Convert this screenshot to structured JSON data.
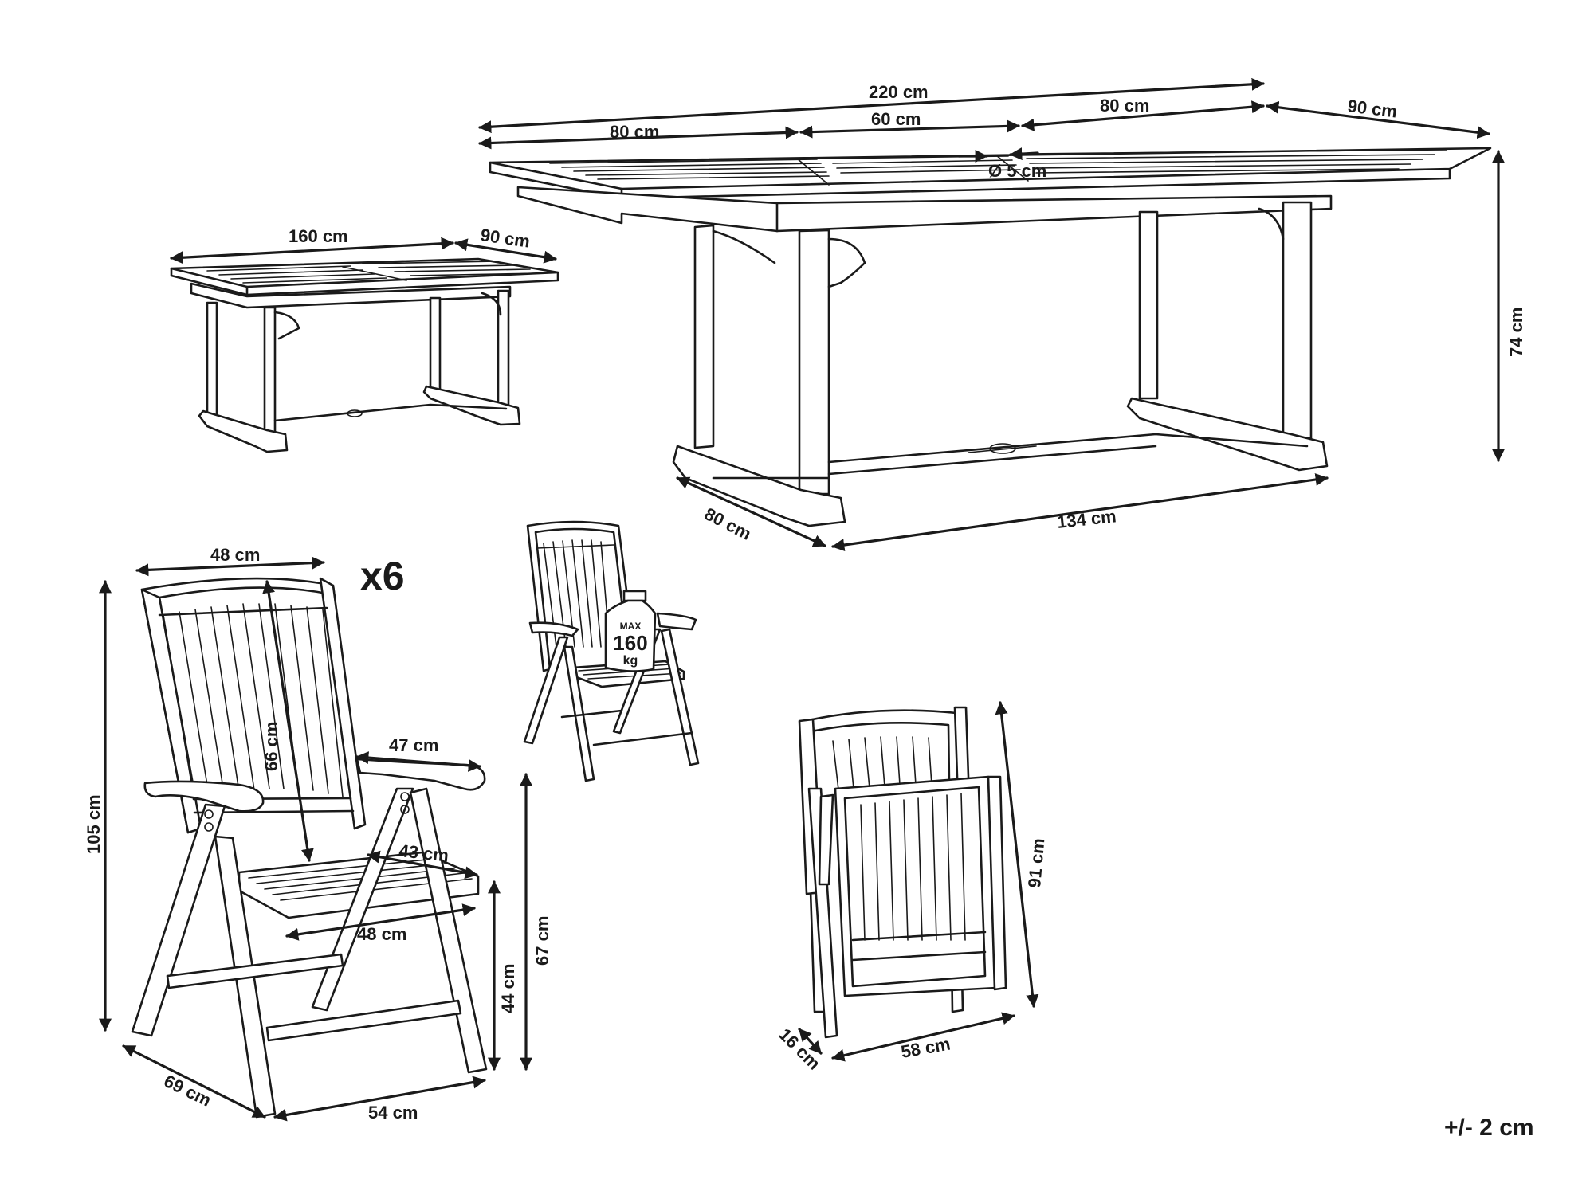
{
  "dimensions": {
    "table_extended": {
      "total_length": "220 cm",
      "leaf_left": "80 cm",
      "extension": "60 cm",
      "leaf_right": "80 cm",
      "width": "90 cm",
      "height": "74 cm",
      "parasol_hole": "Ø 5 cm",
      "base_length": "134 cm",
      "base_width": "80 cm"
    },
    "table_compact": {
      "length": "160 cm",
      "width": "90 cm"
    },
    "chair": {
      "quantity": "x6",
      "back_width": "48 cm",
      "back_height": "66 cm",
      "armrest_length": "47 cm",
      "seat_depth": "43 cm",
      "seat_width": "48 cm",
      "total_height": "105 cm",
      "armrest_height": "67 cm",
      "seat_height": "44 cm",
      "depth": "69 cm",
      "width": "54 cm"
    },
    "chair_folded": {
      "height": "91 cm",
      "width": "58 cm",
      "thickness": "16 cm"
    }
  },
  "load_badge": {
    "max": "MAX",
    "value": "160",
    "unit": "kg"
  },
  "tolerance": "+/- 2 cm"
}
